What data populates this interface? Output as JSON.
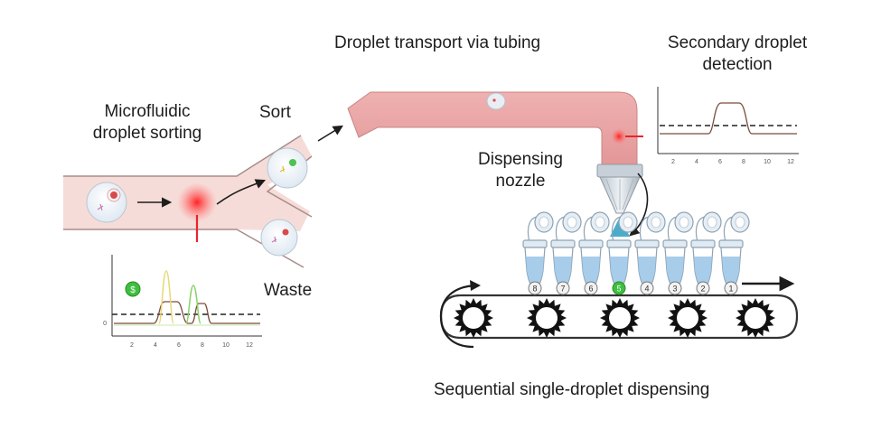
{
  "labels": {
    "microfluidic_line1": "Microfluidic",
    "microfluidic_line2": "droplet sorting",
    "sort": "Sort",
    "waste": "Waste",
    "transport": "Droplet transport via tubing",
    "secondary_line1": "Secondary droplet",
    "secondary_line2": "detection",
    "nozzle_line1": "Dispensing",
    "nozzle_line2": "nozzle",
    "sequential": "Sequential single-droplet dispensing"
  },
  "tube_numbers": [
    "8",
    "7",
    "6",
    "5",
    "4",
    "3",
    "2",
    "1"
  ],
  "highlight_tube": "5",
  "sort_badge": "$",
  "primary_plot": {
    "x_ticks": [
      "2",
      "4",
      "6",
      "8",
      "10",
      "12"
    ],
    "y_ticks": [
      "0"
    ]
  },
  "secondary_plot": {
    "x_ticks": [
      "2",
      "4",
      "6",
      "8",
      "10",
      "12"
    ]
  },
  "colors": {
    "channel_fill": "#f6dcd8",
    "channel_edge": "#b89a98",
    "tubing_fill": "#e9a7a7",
    "laser": "#e8242c",
    "tube_fill": "#9fc8e8",
    "cap_fill": "#dfeaf3",
    "gear": "#111111",
    "belt": "#333333",
    "highlight_green": "#3fbf3f",
    "signal_trace": "#7a4b3e",
    "signal_green": "#8ad16a",
    "signal_yellow": "#e8d878"
  }
}
